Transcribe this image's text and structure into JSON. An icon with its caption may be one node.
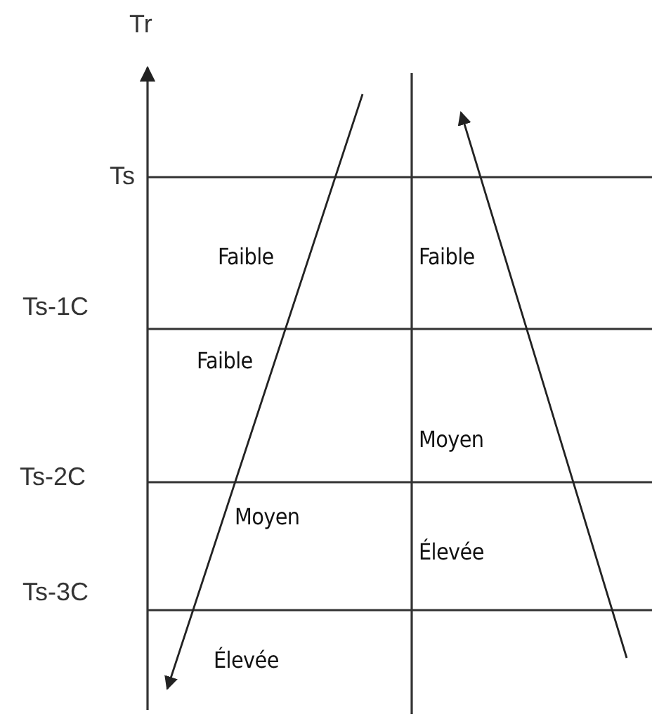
{
  "diagram": {
    "labels": [
      "Tr",
      "Ts",
      "Faible",
      "Faible",
      "Ts-1C",
      "Faible",
      "Moyen",
      "Ts-2C",
      "Moyen",
      "Élevée",
      "Ts-3C",
      "Élevée"
    ]
  }
}
